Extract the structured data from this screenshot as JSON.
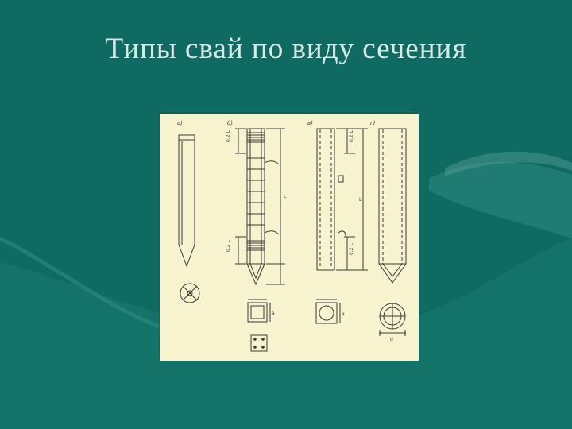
{
  "slide": {
    "title": "Типы свай по виду сечения"
  },
  "figure": {
    "panel_labels": [
      "а)",
      "б)",
      "в)",
      "г)"
    ],
    "dimension_labels": {
      "top_b": "0,2 L",
      "bottom_b": "0,2 L",
      "top_v": "0,2 L",
      "bottom_v": "0,2 L",
      "length_b": "L",
      "length_v": "L",
      "section_b": "a",
      "section_v": "a",
      "section_g": "d"
    }
  },
  "colors": {
    "background": "#0f6b62",
    "title": "#dbe9e6",
    "paper": "#f7f3cf",
    "ink": "#3a3a3a"
  }
}
